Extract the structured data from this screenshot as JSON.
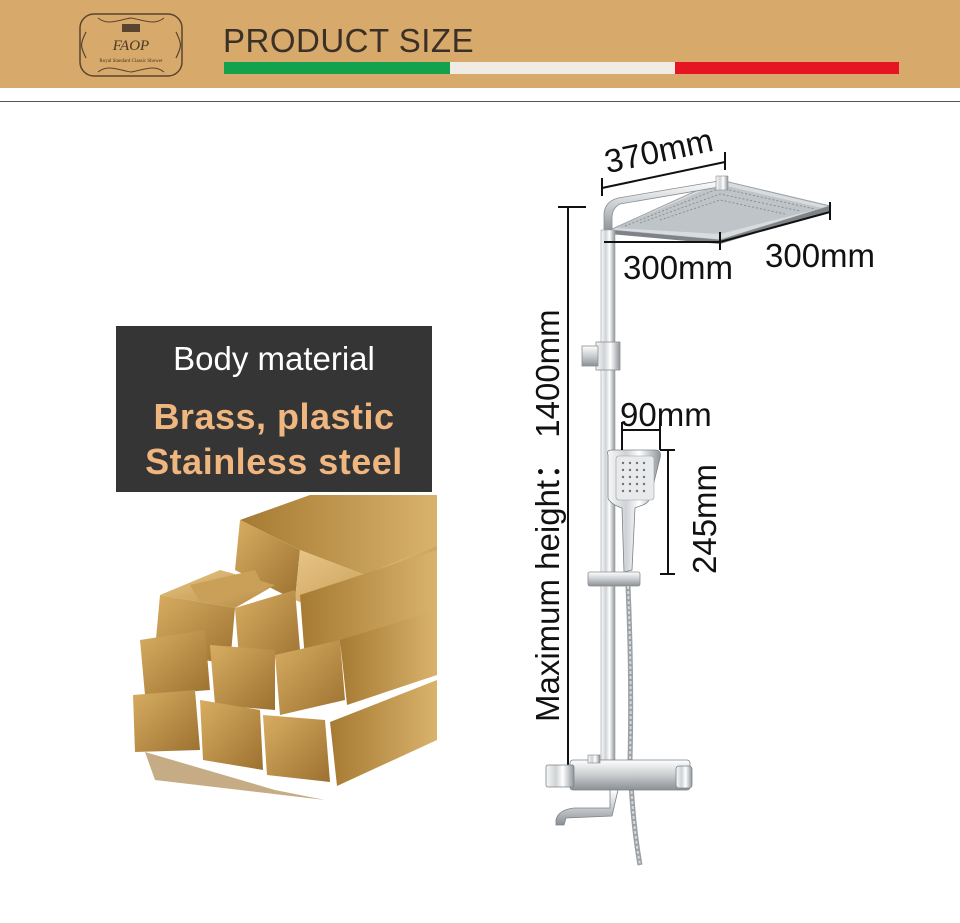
{
  "header": {
    "title": "PRODUCT SIZE",
    "logo_text": "Royal Standard Classic Shower",
    "logo_monogram": "FAOP",
    "stripe_colors": [
      "#12a14c",
      "#f1ece3",
      "#e51521"
    ],
    "background": "#d7a96a"
  },
  "material": {
    "label": "Body material",
    "line1": "Brass, plastic",
    "line2": "Stainless steel",
    "value_color": "#f0b67f"
  },
  "dimensions": {
    "top_arm": "370mm",
    "head_depth": "300mm",
    "head_width": "300mm",
    "handheld_width": "90mm",
    "handheld_length": "245mm",
    "max_height": "Maximum height： 1400mm"
  }
}
